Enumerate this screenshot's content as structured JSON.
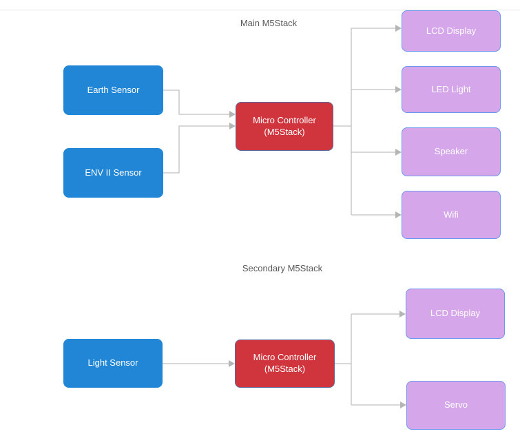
{
  "sections": [
    {
      "title": "Main M5Stack",
      "inputs": [
        "Earth Sensor",
        "ENV II Sensor"
      ],
      "controller": {
        "line1": "Micro Controller",
        "line2": "(M5Stack)"
      },
      "outputs": [
        "LCD Display",
        "LED Light",
        "Speaker",
        "Wifi"
      ]
    },
    {
      "title": "Secondary M5Stack",
      "inputs": [
        "Light Sensor"
      ],
      "controller": {
        "line1": "Micro Controller",
        "line2": "(M5Stack)"
      },
      "outputs": [
        "LCD Display",
        "Servo"
      ]
    }
  ],
  "colors": {
    "input_node_fill": "#2186d5",
    "controller_fill": "#d0343c",
    "controller_border": "#5c6699",
    "output_node_fill": "#d5a6ea",
    "output_node_border": "#6c97ee",
    "node_text": "#ffffff",
    "title_text": "#595959",
    "connector": "#c0c0c0",
    "divider": "#e3e3e3"
  }
}
